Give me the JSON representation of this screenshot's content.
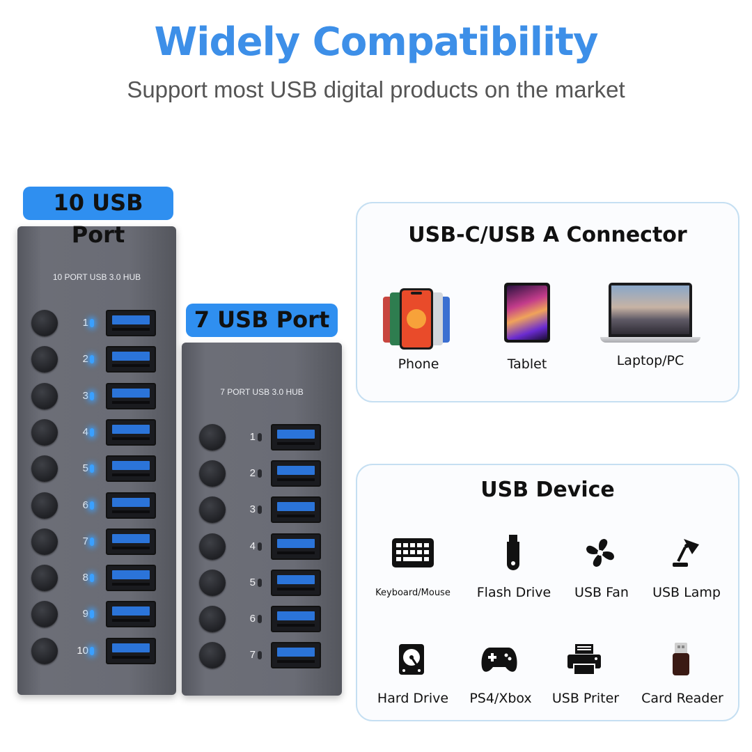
{
  "header": {
    "title": "Widely Compatibility",
    "subtitle": "Support most USB digital products on the market"
  },
  "hub10": {
    "badge": "10 USB Port",
    "label": "10 PORT USB 3.0 HUB",
    "ports": [
      "1",
      "2",
      "3",
      "4",
      "5",
      "6",
      "7",
      "8",
      "9",
      "10"
    ],
    "led_state": "on"
  },
  "hub7": {
    "badge": "7 USB Port",
    "label": "7 PORT USB 3.0 HUB",
    "ports": [
      "1",
      "2",
      "3",
      "4",
      "5",
      "6",
      "7"
    ],
    "led_state": "off"
  },
  "connector_card": {
    "title": "USB-C/USB A Connector",
    "devices": [
      {
        "label": "Phone",
        "icon": "phone-icon"
      },
      {
        "label": "Tablet",
        "icon": "tablet-icon"
      },
      {
        "label": "Laptop/PC",
        "icon": "laptop-icon"
      }
    ]
  },
  "device_card": {
    "title": "USB Device",
    "devices": [
      {
        "label": "Keyboard/Mouse",
        "icon": "keyboard-icon"
      },
      {
        "label": "Flash Drive",
        "icon": "flash-drive-icon"
      },
      {
        "label": "USB Fan",
        "icon": "fan-icon"
      },
      {
        "label": "USB Lamp",
        "icon": "lamp-icon"
      },
      {
        "label": "Hard Drive",
        "icon": "hard-drive-icon"
      },
      {
        "label": "PS4/Xbox",
        "icon": "gamepad-icon"
      },
      {
        "label": "USB Priter",
        "icon": "printer-icon"
      },
      {
        "label": "Card Reader",
        "icon": "card-reader-icon"
      }
    ]
  },
  "colors": {
    "accent": "#3d8fe8",
    "badge": "#2f8ff0",
    "led_on": "#3aa0ff",
    "card_border": "#c5dff2"
  }
}
